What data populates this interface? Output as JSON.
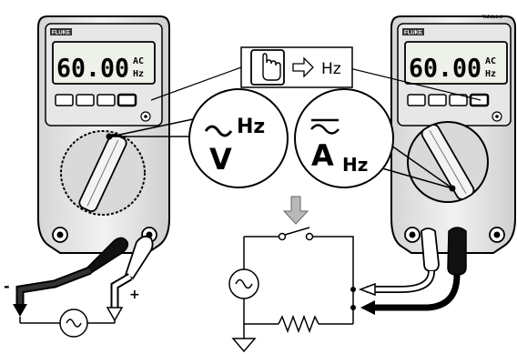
{
  "meters": {
    "left": {
      "brand": "FLUKE",
      "reading": "60.00",
      "unit_top": "AC",
      "unit_bottom": "Hz"
    },
    "right": {
      "brand": "FLUKE",
      "model": "Validated",
      "reading": "60.00",
      "unit_top": "AC",
      "unit_bottom": "Hz"
    }
  },
  "callout": {
    "hz_label": "Hz"
  },
  "dial_left": {
    "hz_label": "Hz",
    "volt_label": "V",
    "wave_symbol": "~"
  },
  "dial_right": {
    "amp_label": "A",
    "hz_label": "Hz"
  },
  "polarity": {
    "minus": "-",
    "plus": "+"
  },
  "icons": [
    "hand-press-icon",
    "arrow-right-icon",
    "ac-source-icon",
    "resistor-icon",
    "ground-icon",
    "switch-icon",
    "down-arrow-icon"
  ],
  "colors": {
    "meter_body": "#e9e9e9",
    "lead_dark": "#1a1a1a",
    "line": "#000000"
  }
}
